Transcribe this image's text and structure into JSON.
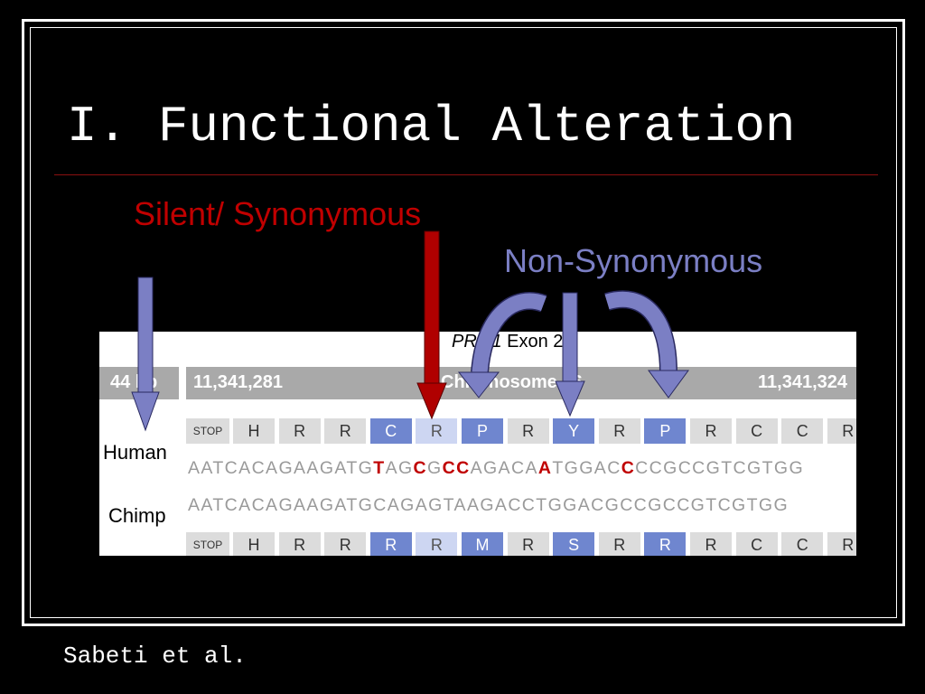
{
  "slide": {
    "title": "I. Functional Alteration",
    "label_silent": "Silent/ Synonymous",
    "label_nonsyn": "Non-Synonymous",
    "footer": "Sabeti et al."
  },
  "figure": {
    "gene": "PRM1",
    "title_rest": " Exon 2",
    "bp_label": "44 bp",
    "chrom_start": "11,341,281",
    "chrom_name": "Chromosome 16",
    "chrom_end": "11,341,324",
    "human_label": "Human",
    "chimp_label": "Chimp",
    "human_aa": [
      "STOP",
      "H",
      "R",
      "R",
      "C",
      "R",
      "P",
      "R",
      "Y",
      "R",
      "P",
      "R",
      "C",
      "C",
      "R"
    ],
    "chimp_aa": [
      "STOP",
      "H",
      "R",
      "R",
      "R",
      "R",
      "M",
      "R",
      "S",
      "R",
      "R",
      "R",
      "C",
      "C",
      "R"
    ],
    "aa_style": [
      "stop",
      "g",
      "g",
      "g",
      "b",
      "l",
      "b",
      "g",
      "b",
      "g",
      "b",
      "g",
      "g",
      "g",
      "g"
    ],
    "human_seq": [
      {
        "t": "AATCACAGAAGATG",
        "h": false
      },
      {
        "t": "T",
        "h": true
      },
      {
        "t": "AG",
        "h": false
      },
      {
        "t": "C",
        "h": true
      },
      {
        "t": "G",
        "h": false
      },
      {
        "t": "CC",
        "h": true
      },
      {
        "t": "AGACA",
        "h": false
      },
      {
        "t": "A",
        "h": true
      },
      {
        "t": "TGGAC",
        "h": false
      },
      {
        "t": "C",
        "h": true
      },
      {
        "t": "CCGCCGTCGTGG",
        "h": false
      }
    ],
    "chimp_seq": "AATCACAGAAGATGCAGAGTAAGACCTGGACGCCGCCGTCGTGG"
  },
  "colors": {
    "silent": "#c00000",
    "nonsyn": "#7b7fc4",
    "aa_blue": "#6f86cf",
    "aa_light": "#cdd6f2",
    "aa_gray": "#dcdcdc",
    "bar_gray": "#a9a9a9"
  }
}
